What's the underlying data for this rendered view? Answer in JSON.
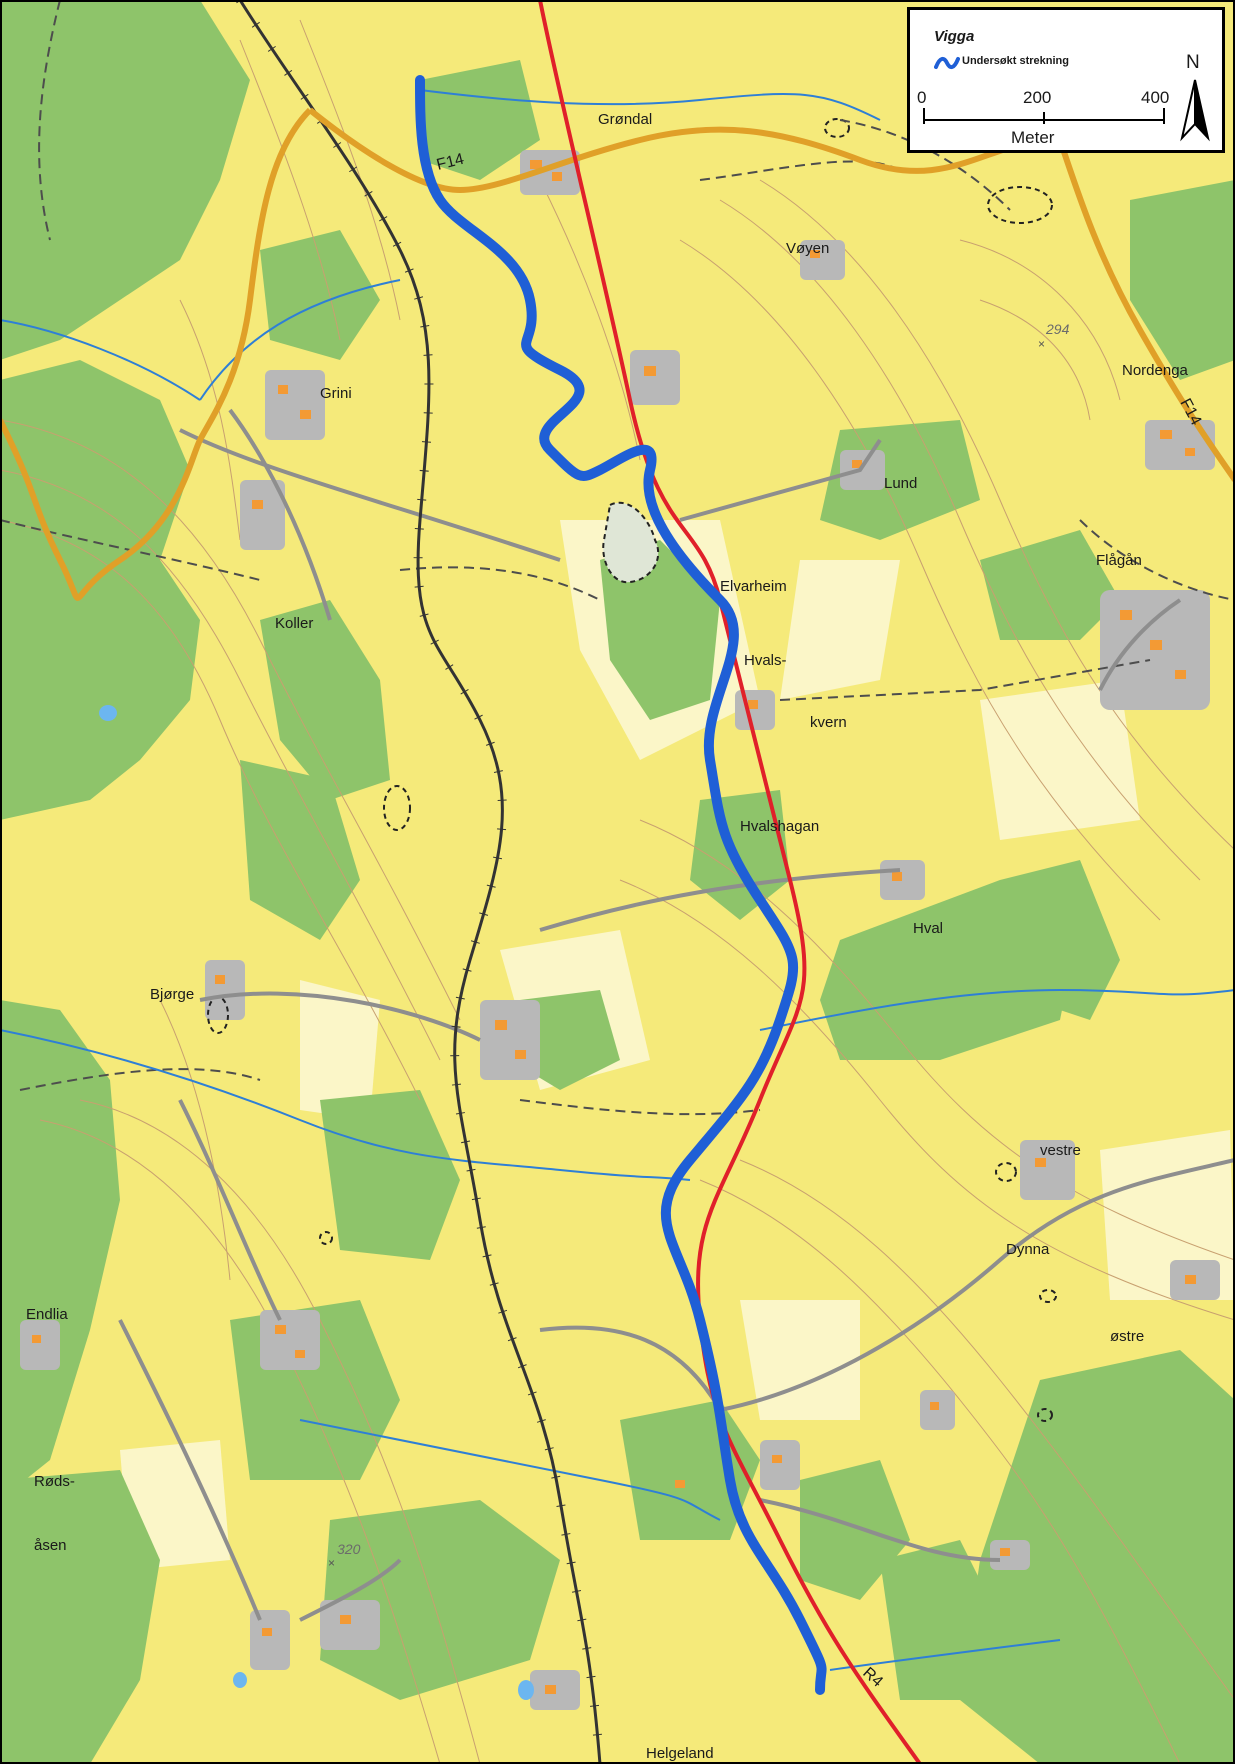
{
  "map": {
    "colors": {
      "farmland": "#f5ea7a",
      "forest": "#8ec46a",
      "open_land": "#fbf6c8",
      "settlement": "#b8b8b8",
      "building": "#f39a34",
      "water": "#2e7fd6",
      "studied_reach": "#1f5fd6",
      "highway_r4": "#e0202a",
      "county_road": "#e0a028",
      "railway": "#333333",
      "contour": "#c8a070",
      "track": "#555555"
    },
    "places": [
      "Grøndal",
      "Vøyen",
      "Grini",
      "Nordenga",
      "Lund",
      "Flågån",
      "Elvarheim",
      "Hvals-",
      "kvern",
      "Koller",
      "Hvalshagan",
      "Hval",
      "Bjørge",
      "vestre",
      "Dynna",
      "østre",
      "Endlia",
      "Røds-",
      "åsen",
      "Helgeland"
    ],
    "road_labels": [
      "F14",
      "F14",
      "R4"
    ],
    "spot_heights": [
      "294",
      "320"
    ]
  },
  "legend": {
    "title": "Vigga",
    "item": "Undersøkt strekning",
    "scale_ticks": [
      "0",
      "200",
      "400"
    ],
    "scale_unit": "Meter",
    "north": "N"
  }
}
